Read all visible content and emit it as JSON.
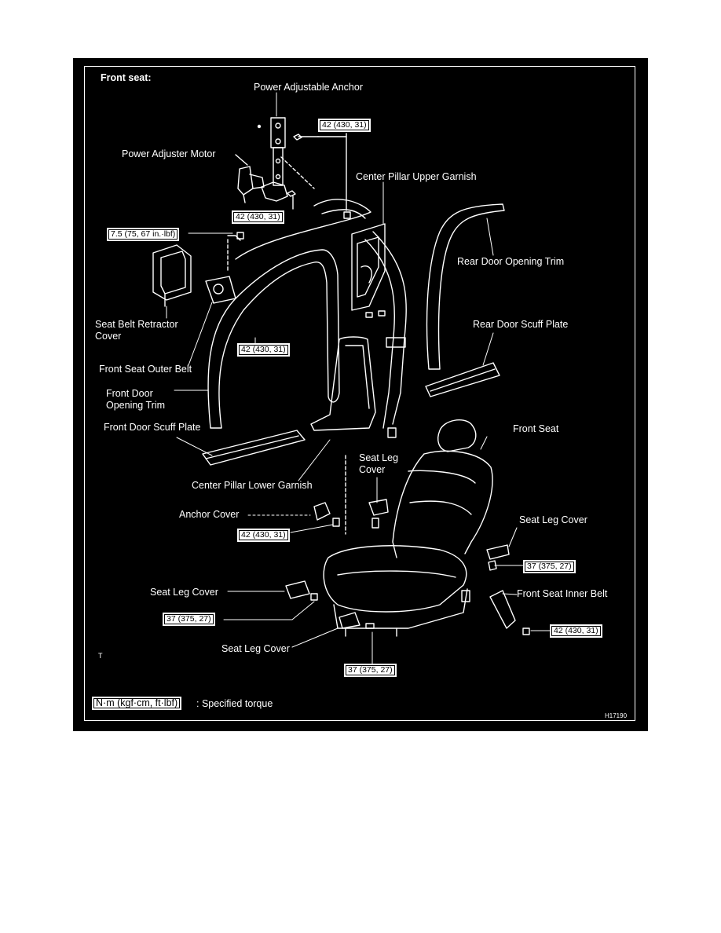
{
  "title": "Front seat:",
  "labels": {
    "power_adjustable_anchor": "Power Adjustable Anchor",
    "power_adjuster_motor": "Power Adjuster Motor",
    "center_pillar_upper_garnish": "Center Pillar Upper Garnish",
    "rear_door_opening_trim": "Rear Door Opening Trim",
    "seat_belt_retractor_cover": "Seat Belt Retractor\nCover",
    "rear_door_scuff_plate": "Rear Door Scuff Plate",
    "front_seat_outer_belt": "Front Seat Outer Belt",
    "front_door_opening_trim": "Front Door\nOpening Trim",
    "front_door_scuff_plate": "Front Door Scuff Plate",
    "front_seat": "Front Seat",
    "seat_leg_cover_top": "Seat Leg\nCover",
    "center_pillar_lower_garnish": "Center Pillar Lower Garnish",
    "anchor_cover": "Anchor Cover",
    "seat_leg_cover_right": "Seat Leg Cover",
    "seat_leg_cover_left": "Seat Leg Cover",
    "front_seat_inner_belt": "Front Seat Inner Belt",
    "seat_leg_cover_bottom": "Seat Leg Cover"
  },
  "torques": {
    "t1": "42 (430, 31)",
    "t2": "42 (430, 31)",
    "t3": "7.5 (75, 67 in.·lbf)",
    "t4": "42 (430, 31)",
    "t5": "42 (430, 31)",
    "t6": "37 (375, 27)",
    "t7": "37 (375, 27)",
    "t8": "42 (430, 31)",
    "t9": "37 (375, 27)"
  },
  "legend": {
    "unit": "N·m (kgf·cm, ft·lbf)",
    "text": ": Specified torque"
  },
  "figure_code": "H17190",
  "small_mark": "T"
}
